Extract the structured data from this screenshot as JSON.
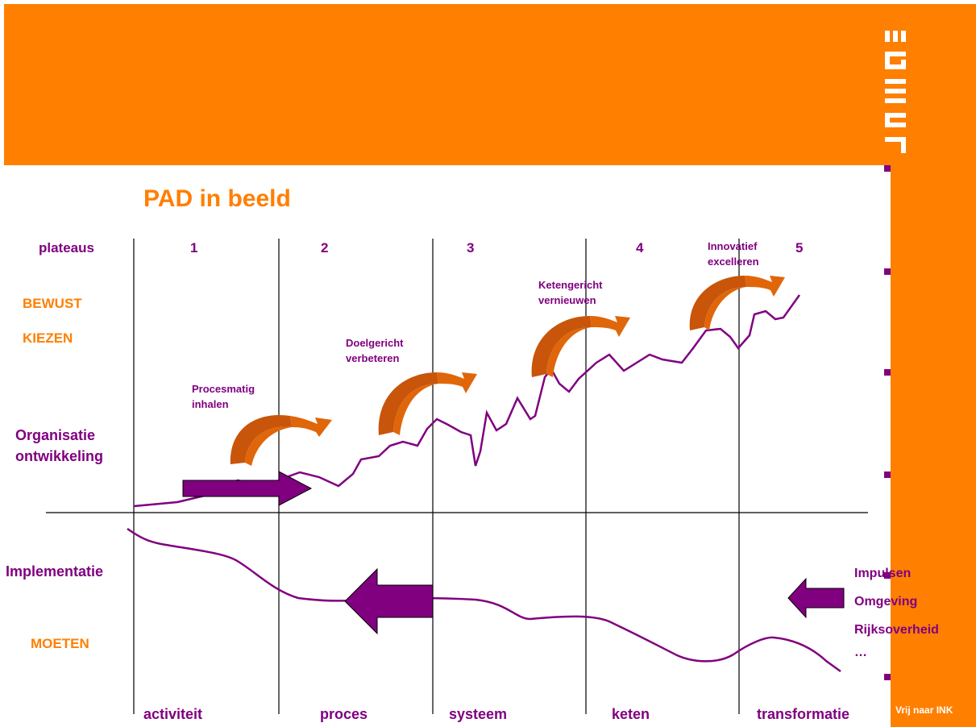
{
  "title": "PAD in beeld",
  "plateaus_label": "plateaus",
  "plateau_numbers": [
    "1",
    "2",
    "3",
    "4",
    "5"
  ],
  "left_labels": {
    "bewust": "BEWUST",
    "kiezen": "KIEZEN",
    "org_line1": "Organisatie",
    "org_line2": "ontwikkeling",
    "implementatie": "Implementatie",
    "moeten": "MOETEN"
  },
  "steps": [
    {
      "line1": "Procesmatig",
      "line2": "inhalen"
    },
    {
      "line1": "Doelgericht",
      "line2": "verbeteren"
    },
    {
      "line1": "Ketengericht",
      "line2": "vernieuwen"
    },
    {
      "line1": "Innovatief",
      "line2": "excelleren"
    }
  ],
  "impulses": [
    "Impulsen",
    "Omgeving",
    "Rijksoverheid",
    "…"
  ],
  "stages": [
    "activiteit",
    "proces",
    "systeem",
    "keten",
    "transformatie"
  ],
  "credit": "Vrij naar INK",
  "colors": {
    "orange": "#ff7f00",
    "purple": "#800080",
    "arrow_orange": "#e0660a",
    "arrow_dark": "#c8550a"
  }
}
